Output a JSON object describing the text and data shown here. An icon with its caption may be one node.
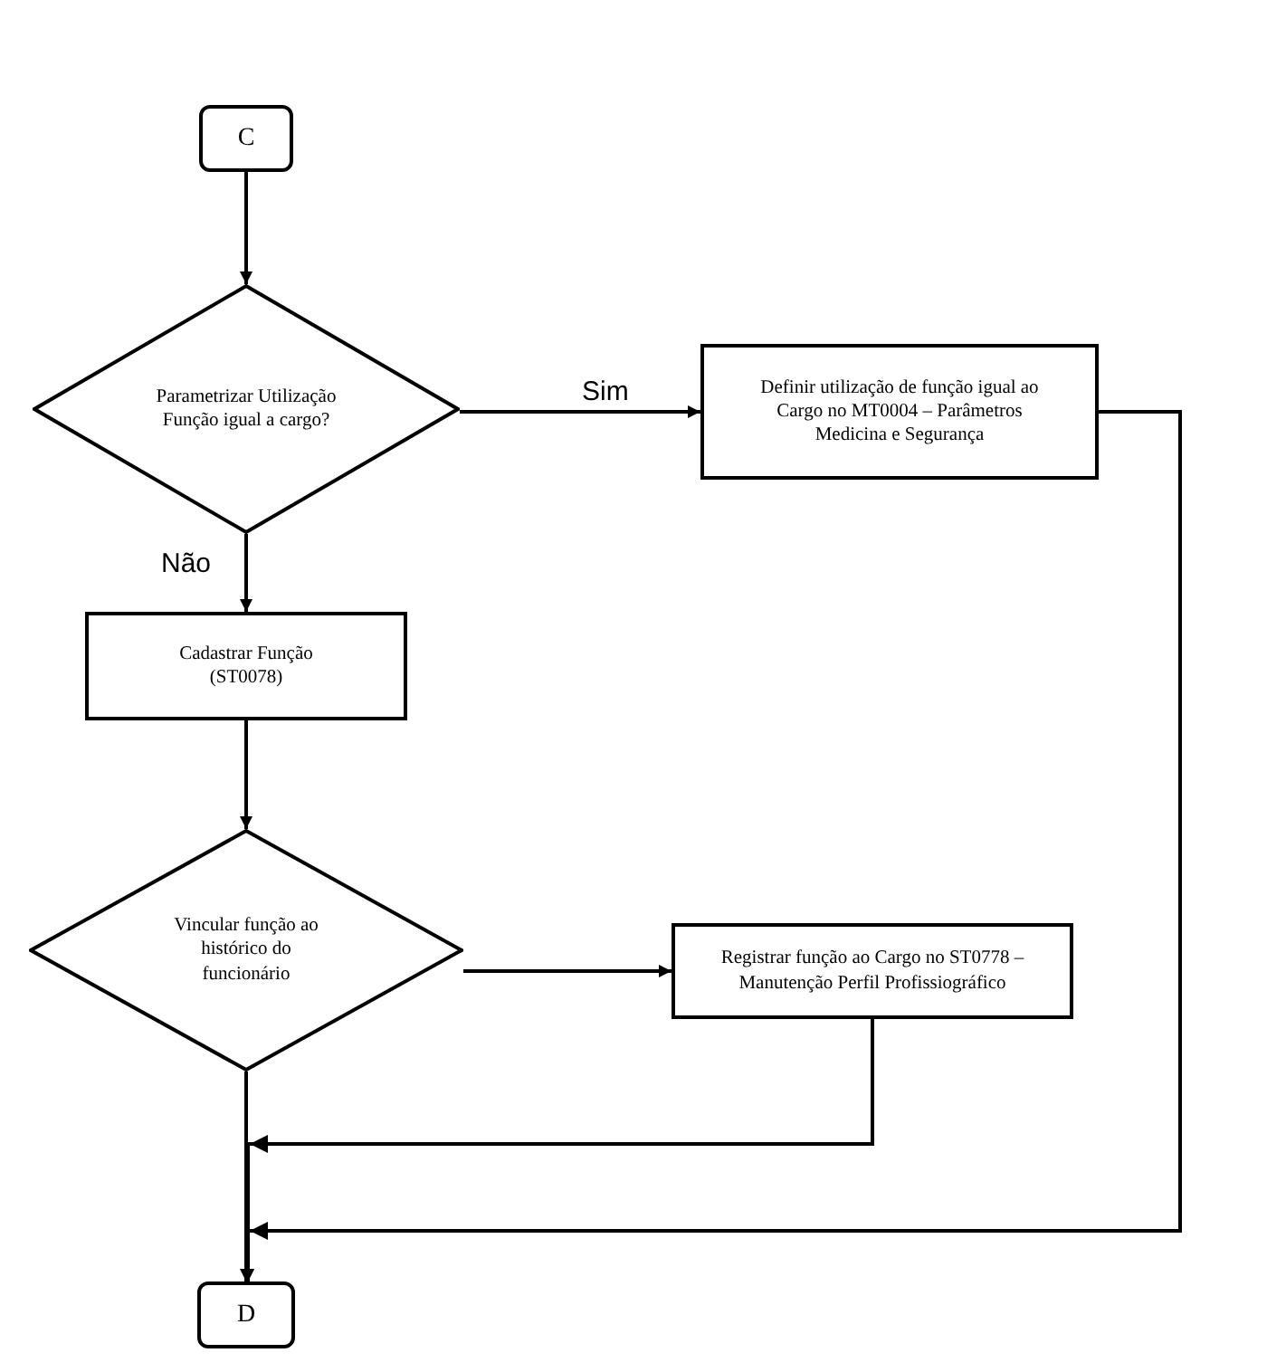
{
  "diagram": {
    "nodes": [
      {
        "text": [
          "C"
        ]
      },
      {
        "text": [
          "Parametrizar Utilização Função igual a cargo?"
        ]
      },
      {
        "text": [
          "Definir utilização de função igual ao Cargo no MT0004 – Parâmetros Medicina e Segurança"
        ]
      },
      {
        "text": [
          "Cadastrar Função (ST0078)"
        ]
      },
      {
        "text": [
          "Vincular função ao histórico do funcionário"
        ]
      },
      {
        "text": [
          "Registrar  função ao Cargo no ST0778 – Manutenção Perfil Profissiográfico"
        ]
      },
      {
        "text": [
          "D"
        ]
      }
    ],
    "edges": [
      {
        "from": 0,
        "to": 1,
        "arrow": "to"
      },
      {
        "from": 1,
        "to": 2,
        "arrow": "to",
        "label": "Sim"
      },
      {
        "from": 1,
        "to": 3,
        "arrow": "to",
        "label": "Não"
      },
      {
        "from": 3,
        "to": 4,
        "arrow": "to"
      },
      {
        "from": 4,
        "to": 5,
        "arrow": "to"
      },
      {
        "from": 4,
        "to": 6,
        "arrow": "to"
      },
      {
        "from": 5,
        "to": 6,
        "arrow": "to"
      },
      {
        "from": 2,
        "to": 6,
        "arrow": "to"
      }
    ]
  }
}
